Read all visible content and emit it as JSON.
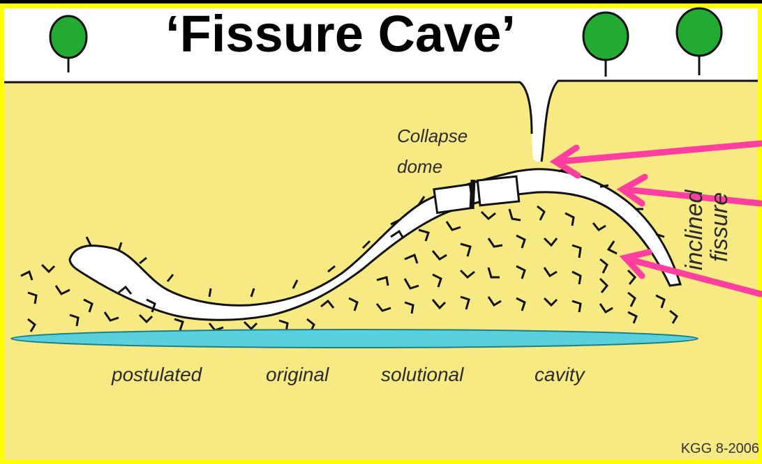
{
  "title": "‘Fissure Cave’",
  "labels": {
    "collapse_line1": "Collapse",
    "collapse_line2": "dome",
    "inclined_line1": "inclined",
    "inclined_line2": "fissure",
    "cavity_word1": "postulated",
    "cavity_word2": "original",
    "cavity_word3": "solutional",
    "cavity_word4": "cavity",
    "credit": "KGG 8-2006"
  },
  "colors": {
    "background_frame": "#000000",
    "border": "#ffff00",
    "sky": "#ffffff",
    "rock": "#f8ea83",
    "void": "#ffffff",
    "water": "#59d0dc",
    "tree_canopy": "#22aa33",
    "arrow": "#ff3fa0"
  },
  "icons": [
    "tree-icon",
    "arrow-icon"
  ]
}
